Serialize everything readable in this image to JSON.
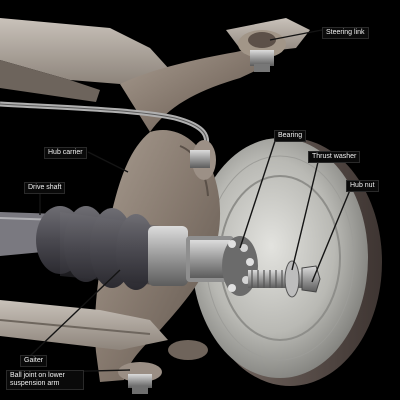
{
  "labels": {
    "steering_link": "Steering link",
    "hub_carrier": "Hub carrier",
    "bearing": "Bearing",
    "thrust_washer": "Thrust washer",
    "hub_nut": "Hub nut",
    "drive_shaft": "Drive shaft",
    "gaiter": "Gaiter",
    "ball_joint": "Ball joint on lower suspension arm"
  },
  "colors": {
    "background": "#000000",
    "carrier_metal": "#8c7f74",
    "disc_metal": "#b8b8b4",
    "gaiter_rubber": "#4e4d52",
    "label_bg": "#0a0a0a",
    "label_text": "#f2f2f2",
    "leader_line": "#141414"
  }
}
